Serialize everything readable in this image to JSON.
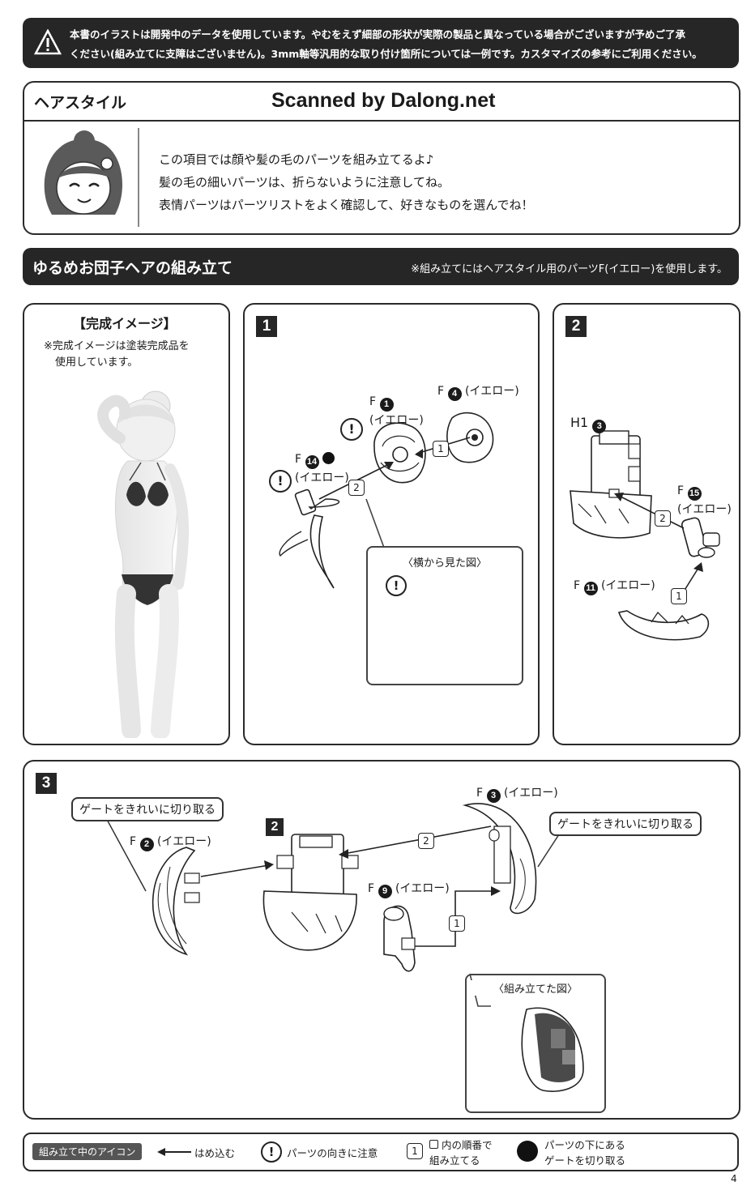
{
  "notice": {
    "line1": "本書のイラストは開発中のデータを使用しています。やむをえず細部の形状が実際の製品と異なっている場合がございますが予めご了承",
    "line2": "ください(組み立てに支障はございません)。3mm軸等汎用的な取り付け箇所については一例です。カスタマイズの参考にご利用ください。"
  },
  "hairstyle": {
    "title": "ヘアスタイル",
    "watermark": "Scanned by Dalong.net",
    "line1": "この項目では顔や髪の毛のパーツを組み立てるよ♪",
    "line2": "髪の毛の細いパーツは、折らないように注意してね。",
    "line3": "表情パーツはパーツリストをよく確認して、好きなものを選んでね！"
  },
  "section": {
    "title": "ゆるめお団子ヘアの組み立て",
    "note": "※組み立てにはヘアスタイル用のパーツF(イエロー)を使用します。"
  },
  "complete": {
    "title": "【完成イメージ】",
    "note1": "※完成イメージは塗装完成品を",
    "note2": "使用しています。"
  },
  "step1": {
    "num": "1",
    "f1_letter": "F",
    "f1_num": "1",
    "f1_color": "(イエロー)",
    "f4_letter": "F",
    "f4_num": "4",
    "f4_color": "(イエロー)",
    "f14_letter": "F",
    "f14_num": "14",
    "f14_color": "(イエロー)",
    "order1": "1",
    "order2": "2",
    "side_title": "〈横から見た図〉"
  },
  "step2": {
    "num": "2",
    "h1_letter": "H1",
    "h1_num": "3",
    "f15_letter": "F",
    "f15_num": "15",
    "f15_color": "(イエロー)",
    "f11_letter": "F",
    "f11_num": "11",
    "f11_color": "(イエロー)",
    "order1": "1",
    "order2": "2"
  },
  "step3": {
    "num": "3",
    "gate_left": "ゲートをきれいに切り取る",
    "gate_right": "ゲートをきれいに切り取る",
    "f2_letter": "F",
    "f2_num": "2",
    "f2_color": "(イエロー)",
    "f3_letter": "F",
    "f3_num": "3",
    "f3_color": "(イエロー)",
    "f9_letter": "F",
    "f9_num": "9",
    "f9_color": "(イエロー)",
    "ref_step": "2",
    "order1": "1",
    "order2": "2",
    "assembled_title": "〈組み立てた図〉"
  },
  "legend": {
    "title": "組み立て中のアイコン",
    "insert": "はめ込む",
    "caution": "パーツの向きに注意",
    "order_line1": "内の順番で",
    "order_line2": "組み立てる",
    "order_num": "1",
    "cut_line1": "パーツの下にある",
    "cut_line2": "ゲートを切り取る"
  },
  "page_number": "4"
}
